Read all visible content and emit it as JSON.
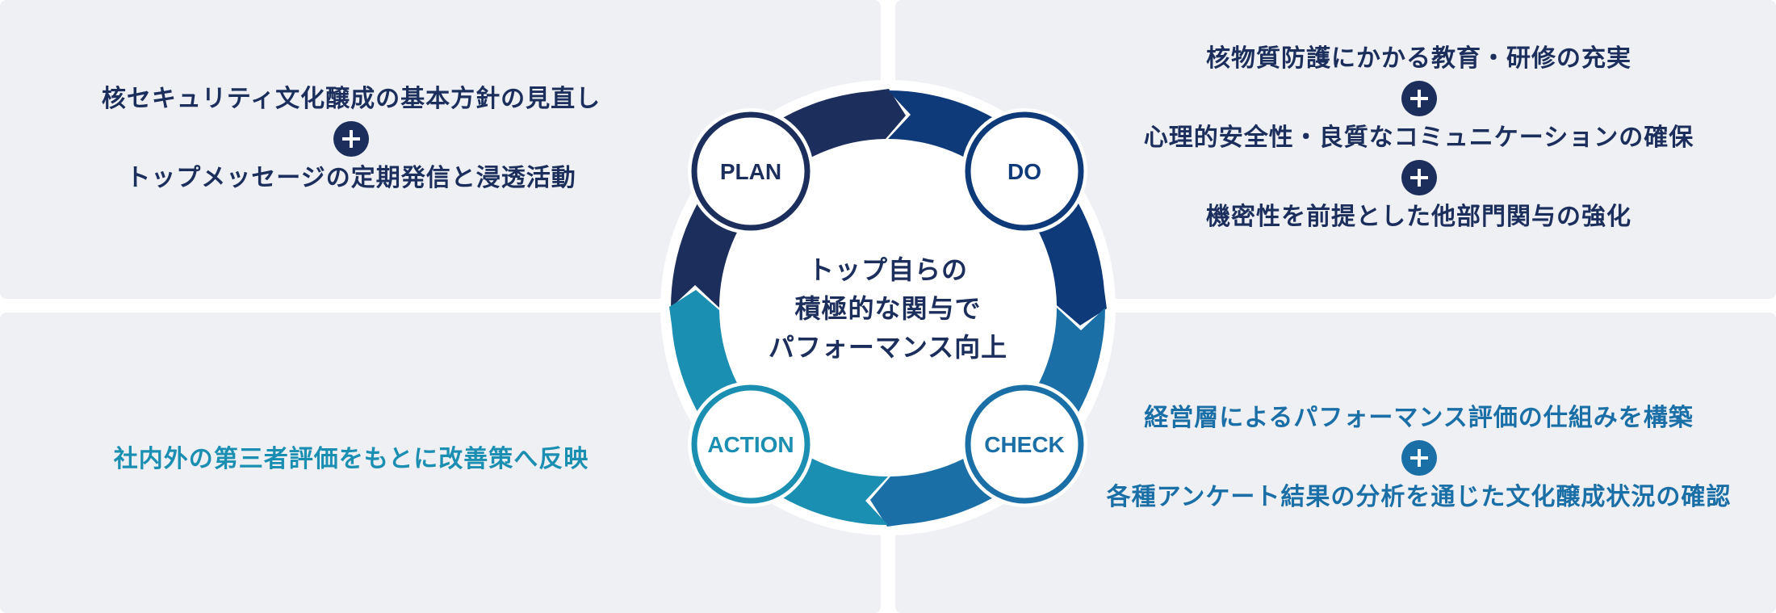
{
  "colors": {
    "panel_bg": "#eef0f4",
    "navy": "#1c2e5c",
    "dark_blue": "#0e3a7a",
    "mid_blue": "#1b6fa7",
    "teal": "#1b8fb2"
  },
  "cycle": {
    "center_lines": [
      "トップ自らの",
      "積極的な関与で",
      "パフォーマンス向上"
    ],
    "nodes": {
      "plan": "PLAN",
      "do": "DO",
      "check": "CHECK",
      "action": "ACTION"
    }
  },
  "plan_panel": {
    "items": [
      "核セキュリティ文化醸成の基本方針の見直し",
      "トップメッセージの定期発信と浸透活動"
    ],
    "connector_icon": "plus-icon"
  },
  "do_panel": {
    "items": [
      "核物質防護にかかる教育・研修の充実",
      "心理的安全性・良質なコミュニケーションの確保",
      "機密性を前提とした他部門関与の強化"
    ],
    "connector_icon": "plus-icon"
  },
  "action_panel": {
    "items": [
      "社内外の第三者評価をもとに改善策へ反映"
    ]
  },
  "check_panel": {
    "items": [
      "経営層によるパフォーマンス評価の仕組みを構築",
      "各種アンケート結果の分析を通じた文化醸成状況の確認"
    ],
    "connector_icon": "plus-icon"
  }
}
